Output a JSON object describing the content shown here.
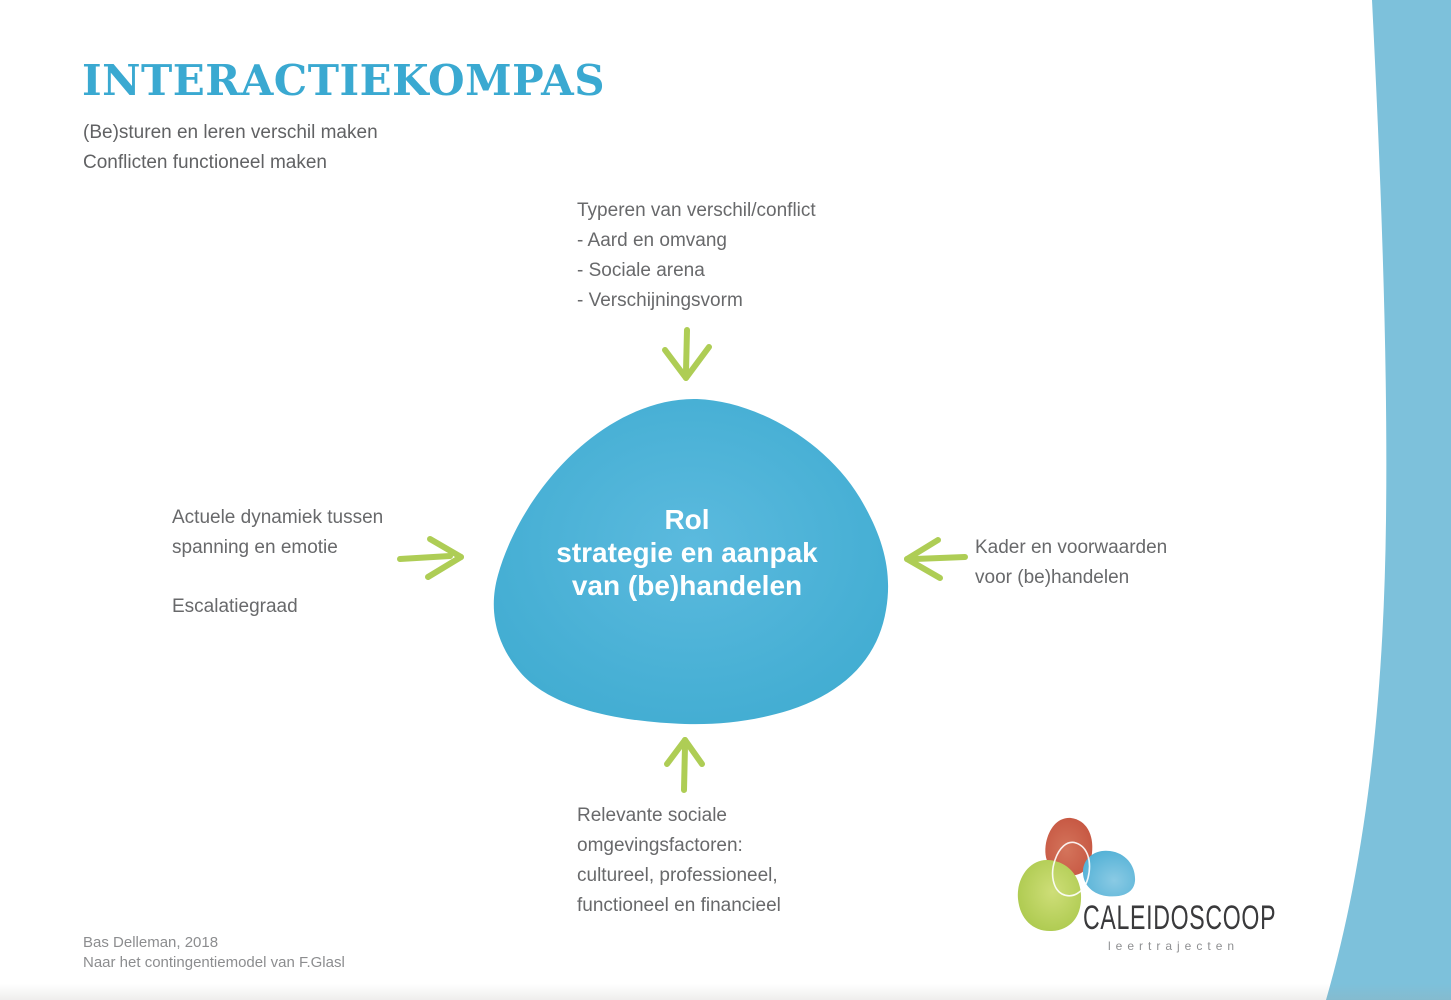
{
  "header": {
    "title": "INTERACTIEKOMPAS",
    "subtitle": [
      "(Be)sturen en leren verschil maken",
      "Conflicten functioneel maken"
    ]
  },
  "diagram": {
    "center_blob": {
      "lines": [
        "Rol",
        "strategie en aanpak",
        "van (be)handelen"
      ]
    },
    "top_label": {
      "lines": [
        "Typeren van verschil/conflict",
        "- Aard en omvang",
        "- Sociale arena",
        "- Verschijningsvorm"
      ]
    },
    "left_label": {
      "lines": [
        "Actuele dynamiek tussen",
        "spanning en emotie"
      ],
      "secondary": "Escalatiegraad"
    },
    "right_label": {
      "lines": [
        "Kader en voorwaarden",
        "voor (be)handelen"
      ]
    },
    "bottom_label": {
      "lines": [
        "Relevante sociale",
        "omgevingsfactoren:",
        "cultureel, professioneel,",
        "functioneel en financieel"
      ]
    }
  },
  "footer": {
    "credit": [
      "Bas Delleman, 2018",
      "Naar het contingentiemodel van F.Glasl"
    ]
  },
  "logo": {
    "brand": "CALEIDOSCOOP",
    "tagline": "leertrajecten"
  },
  "colors": {
    "title_blue": "#3aa9d1",
    "blob_blue": "#42acd1",
    "band_blue": "#7dc1db",
    "arrow_green": "#aecd55",
    "text_gray": "#68696b",
    "footer_gray": "#8c8d8f",
    "logo_red": "#c4523e",
    "logo_green": "#a8c747",
    "logo_blue": "#54b1d6"
  }
}
